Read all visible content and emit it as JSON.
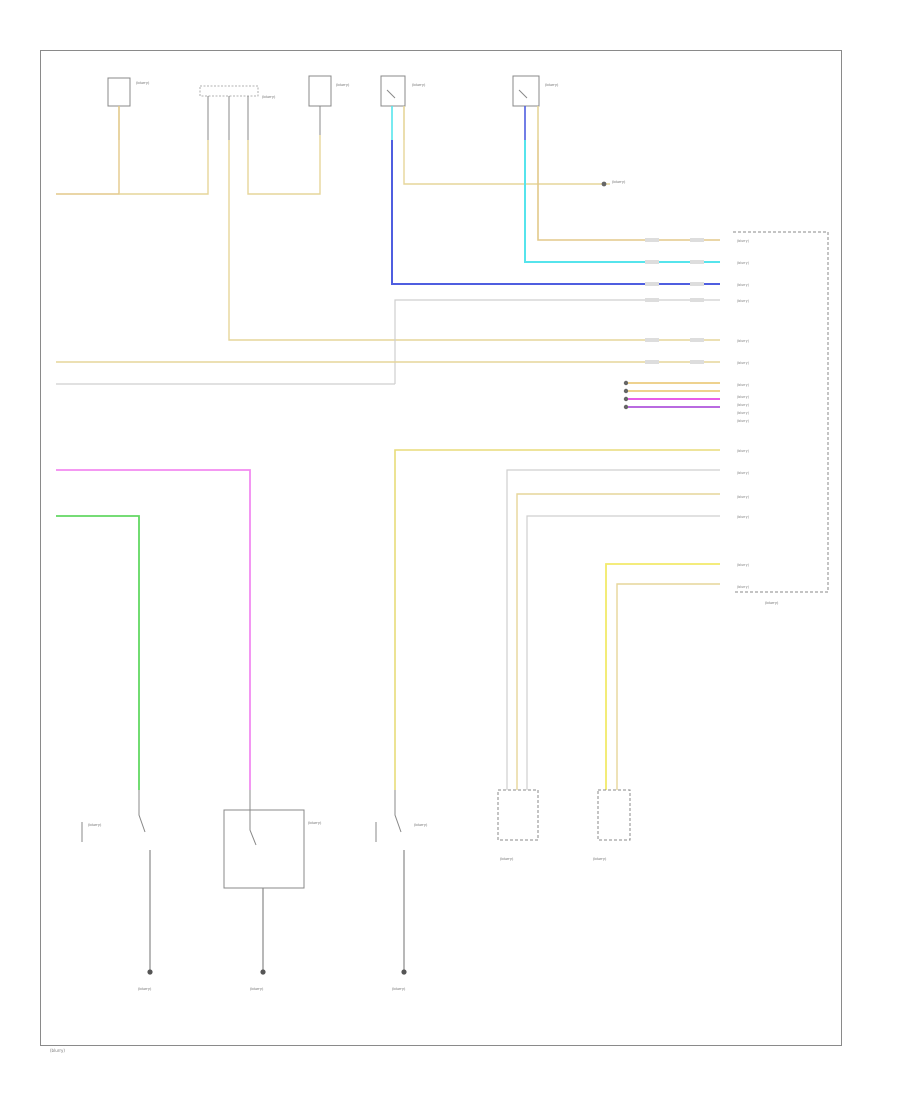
{
  "diagram": {
    "corner_label": "(blurry)",
    "components_top": [
      {
        "id": "comp1",
        "label": "(blurry)"
      },
      {
        "id": "comp2",
        "label": "(blurry)"
      },
      {
        "id": "comp3",
        "label": "(blurry)"
      },
      {
        "id": "comp4",
        "label": "(blurry)"
      },
      {
        "id": "comp5",
        "label": "(blurry)"
      }
    ],
    "module_name": "(blurry)",
    "module_pins": [
      {
        "name": "(blurry)",
        "wire_color": "#e3c98a"
      },
      {
        "name": "(blurry)",
        "wire_color": "#56e4ec"
      },
      {
        "name": "(blurry)",
        "wire_color": "#4f5ee0"
      },
      {
        "name": "(blurry)",
        "wire_color": "#cfcfcf"
      },
      {
        "name": "(blurry)",
        "wire_color": "#e6d59a"
      },
      {
        "name": "(blurry)",
        "wire_color": "#e6d59a"
      },
      {
        "name": "(blurry)",
        "wire_color": "#cfcfcf"
      },
      {
        "name": "(blurry)",
        "wire_color": "#e9c36a"
      },
      {
        "name": "(blurry)",
        "wire_color": "#e9c36a"
      },
      {
        "name": "(blurry)",
        "wire_color": "#e85ce8"
      },
      {
        "name": "(blurry)",
        "wire_color": "#b96ae0"
      },
      {
        "name": "(blurry)",
        "wire_color": "#e8dc7a"
      },
      {
        "name": "(blurry)",
        "wire_color": "#cfcfcf"
      },
      {
        "name": "(blurry)",
        "wire_color": "#e6d59a"
      },
      {
        "name": "(blurry)",
        "wire_color": "#cfcfcf"
      },
      {
        "name": "(blurry)",
        "wire_color": "#f2ea6a"
      },
      {
        "name": "(blurry)",
        "wire_color": "#e6d59a"
      }
    ],
    "components_bottom": [
      {
        "id": "sw1",
        "label": "(blurry)"
      },
      {
        "id": "sw2",
        "label": "(blurry)"
      },
      {
        "id": "sw3",
        "label": "(blurry)"
      },
      {
        "id": "sens1",
        "label": "(blurry)"
      },
      {
        "id": "sens2",
        "label": "(blurry)"
      }
    ],
    "grounds": [
      {
        "id": "g1",
        "label": "(blurry)"
      },
      {
        "id": "g2",
        "label": "(blurry)"
      },
      {
        "id": "g3",
        "label": "(blurry)"
      }
    ],
    "colors": {
      "tan": "#e3c98a",
      "light_yellow": "#e6d59a",
      "cyan": "#56e4ec",
      "blue": "#4f5ee0",
      "pink": "#f28af0",
      "green": "#63d863",
      "yellow": "#f2ea6a",
      "gray": "#cfcfcf",
      "line": "#8a8a8a"
    }
  }
}
